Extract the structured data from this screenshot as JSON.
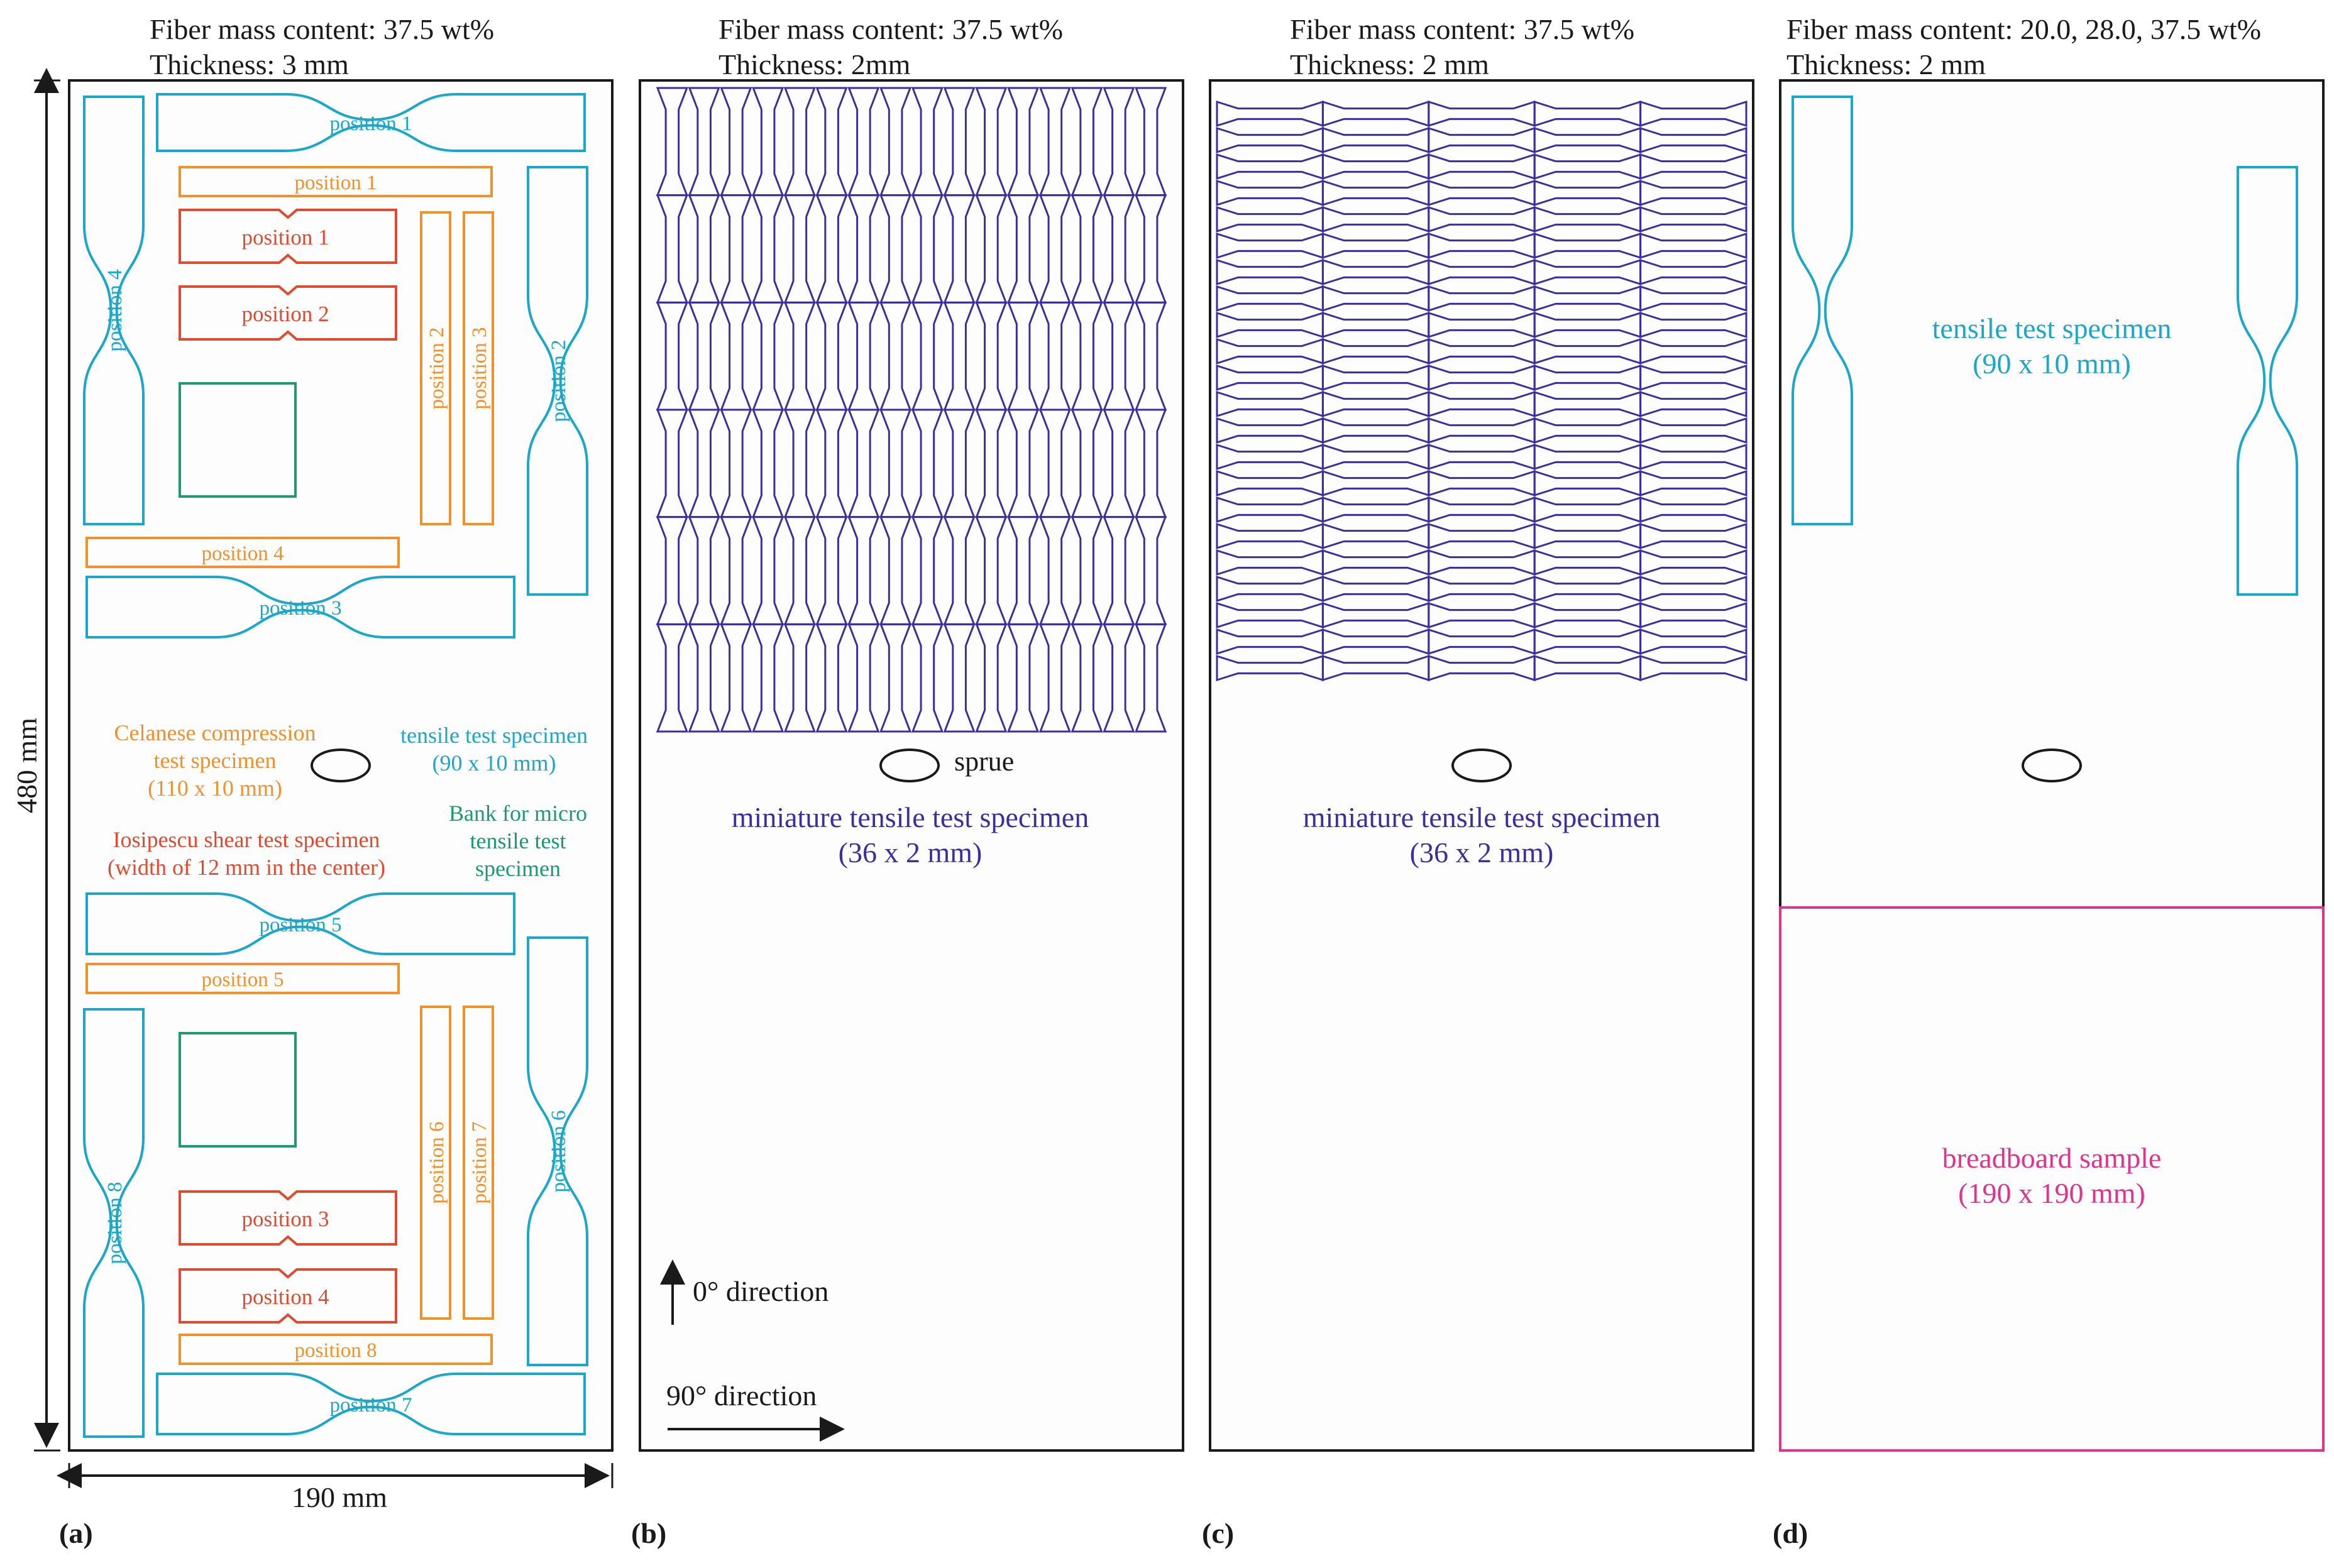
{
  "colors": {
    "tensile": "#1aa7c8",
    "compression": "#f0912c",
    "shear": "#e04a2e",
    "bank": "#1a9c6c",
    "mini": "#3b2f9e",
    "breadboard": "#e0338f",
    "frame": "#1a1a1a"
  },
  "panels": {
    "a": {
      "label": "(a)",
      "fiber": "Fiber mass content: 37.5 wt%",
      "thickness": "Thickness: 3 mm",
      "height_dim": "480 mm",
      "width_dim": "190 mm",
      "positions": {
        "t1": "position 1",
        "t2": "position 2",
        "t3": "position 3",
        "t4": "position 4",
        "t5": "position 5",
        "t6": "position 6",
        "t7": "position 7",
        "t8": "position 8",
        "c1": "position 1",
        "c2": "position 2",
        "c3": "position 3",
        "c4": "position 4",
        "c5": "position 5",
        "c6": "position 6",
        "c7": "position 7",
        "c8": "position 8",
        "s1": "position 1",
        "s2": "position 2",
        "s3": "position 3",
        "s4": "position 4"
      },
      "legend": {
        "compression": [
          "Celanese compression",
          "test specimen",
          "(110 x 10 mm)"
        ],
        "tensile": [
          "tensile test specimen",
          "(90 x 10 mm)"
        ],
        "shear": [
          "Iosipescu shear test specimen",
          "(width of 12 mm in the center)"
        ],
        "bank": [
          "Bank for micro",
          "tensile test",
          "specimen"
        ]
      }
    },
    "b": {
      "label": "(b)",
      "fiber": "Fiber mass content: 37.5 wt%",
      "thickness": "Thickness: 2mm",
      "sprue": "sprue",
      "caption": [
        "miniature tensile test specimen",
        "(36 x 2 mm)"
      ],
      "dir0": "0° direction",
      "dir90": "90° direction"
    },
    "c": {
      "label": "(c)",
      "fiber": "Fiber mass content: 37.5 wt%",
      "thickness": "Thickness: 2 mm",
      "caption": [
        "miniature tensile test specimen",
        "(36 x 2 mm)"
      ]
    },
    "d": {
      "label": "(d)",
      "fiber": "Fiber mass content: 20.0, 28.0, 37.5 wt%",
      "thickness": "Thickness: 2 mm",
      "tensile_caption": [
        "tensile test specimen",
        "(90 x 10 mm)"
      ],
      "breadboard_caption": [
        "breadboard sample",
        "(190 x 190 mm)"
      ]
    }
  }
}
